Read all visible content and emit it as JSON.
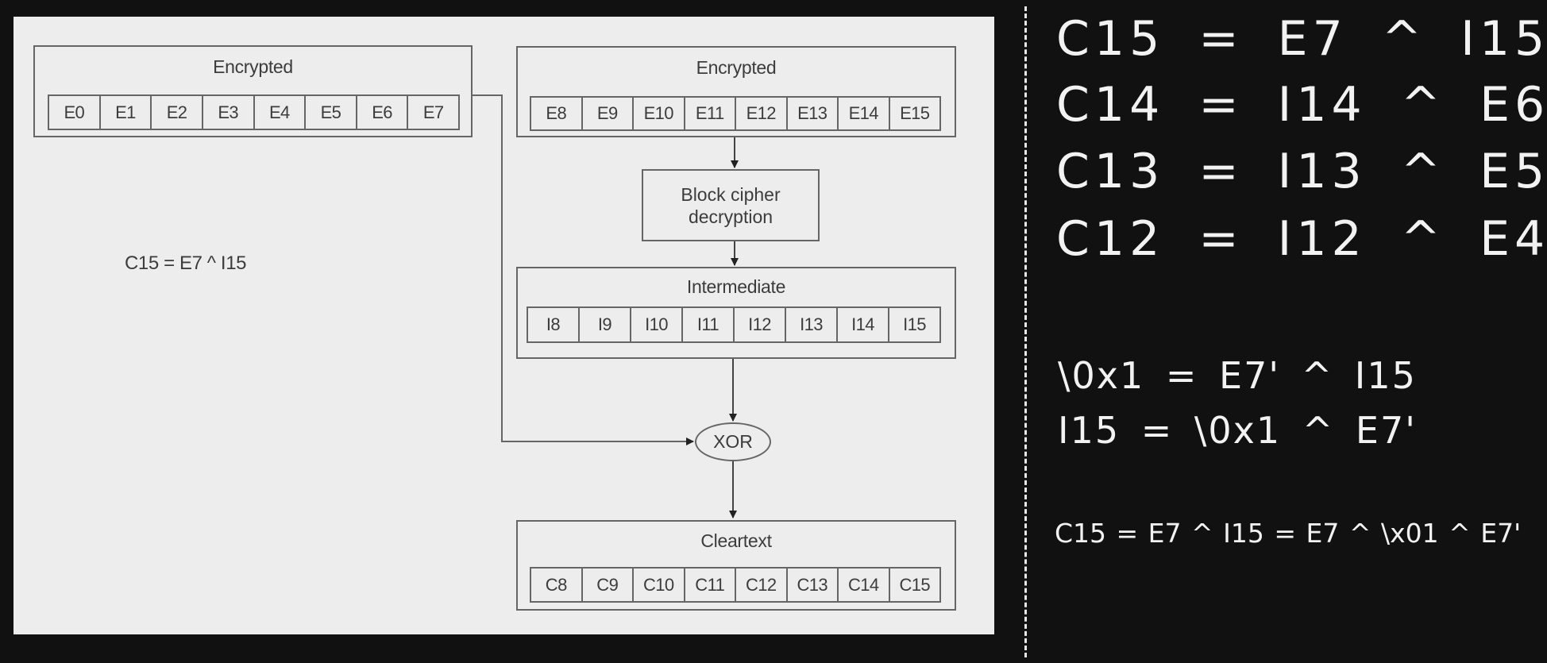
{
  "diagram": {
    "encrypted_left": {
      "title": "Encrypted",
      "cells": [
        "E0",
        "E1",
        "E2",
        "E3",
        "E4",
        "E5",
        "E6",
        "E7"
      ]
    },
    "encrypted_right": {
      "title": "Encrypted",
      "cells": [
        "E8",
        "E9",
        "E10",
        "E11",
        "E12",
        "E13",
        "E14",
        "E15"
      ]
    },
    "block_cipher": {
      "line1": "Block cipher",
      "line2": "decryption"
    },
    "intermediate": {
      "title": "Intermediate",
      "cells": [
        "I8",
        "I9",
        "I10",
        "I11",
        "I12",
        "I13",
        "I14",
        "I15"
      ]
    },
    "xor_label": "XOR",
    "cleartext": {
      "title": "Cleartext",
      "cells": [
        "C8",
        "C9",
        "C10",
        "C11",
        "C12",
        "C13",
        "C14",
        "C15"
      ]
    },
    "annotation": "C15 = E7 ^ I15"
  },
  "notes": {
    "equations_large": [
      "C15 = E7 ^ I15",
      "C14 = I14 ^ E6",
      "C13 = I13 ^ E5",
      "C12 = I12 ^ E4"
    ],
    "equations_medium": [
      "\\0x1 = E7' ^ I15",
      "I15 = \\0x1 ^ E7'"
    ],
    "equation_small": "C15 = E7 ^ I15 = E7 ^ \\x01 ^ E7'"
  },
  "colors": {
    "background": "#111111",
    "panel": "#ededee",
    "stroke": "#666666",
    "diagram_text": "#3c3c3c",
    "handwriting": "#f2f2f2"
  }
}
